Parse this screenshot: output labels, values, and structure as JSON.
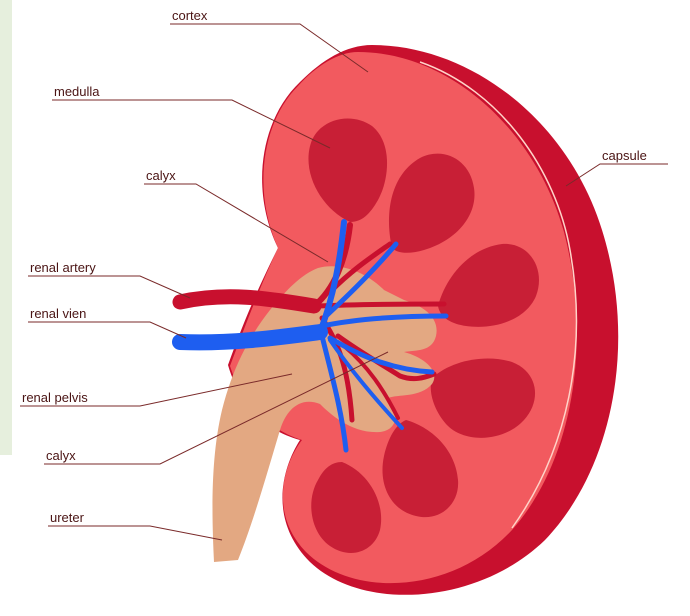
{
  "labels": {
    "cortex": "cortex",
    "medulla": "medulla",
    "calyx_upper": "calyx",
    "capsule": "capsule",
    "renal_artery": "renal artery",
    "renal_vein": "renal vien",
    "renal_pelvis": "renal pelvis",
    "calyx_lower": "calyx",
    "ureter": "ureter"
  },
  "colors": {
    "capsule": "#c8102e",
    "cortex": "#f25a5f",
    "medulla": "#c81f36",
    "pelvis": "#e3a882",
    "artery": "#c8102e",
    "vein": "#1e5ef0",
    "side_bar": "#e6efdd"
  }
}
